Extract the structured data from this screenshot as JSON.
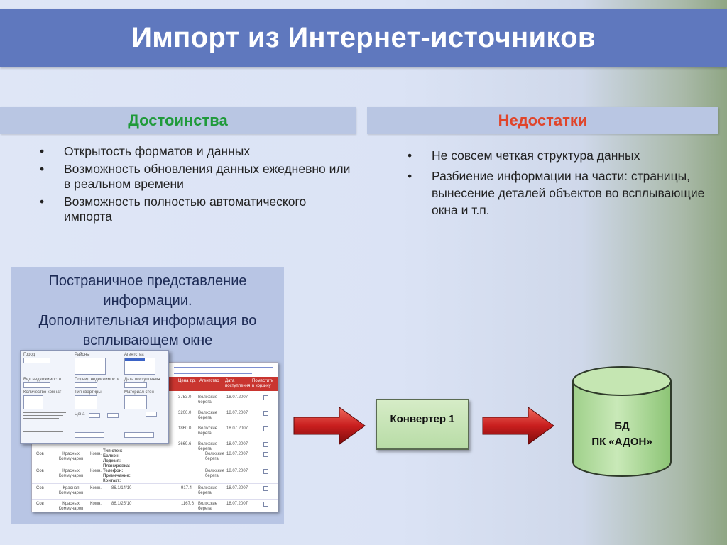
{
  "title": "Импорт из Интернет-источников",
  "pros": {
    "heading": "Достоинства",
    "items": [
      "Открытость форматов и данных",
      "Возможность обновления данных ежедневно или в реальном времени",
      "Возможность полностью автоматического импорта"
    ]
  },
  "cons": {
    "heading": "Недостатки",
    "items": [
      "Не совсем четкая структура данных",
      "Разбиение информации на части: страницы, вынесение деталей объектов во всплывающие окна и т.п."
    ]
  },
  "panel": {
    "caption_line1": "Постраничное представление",
    "caption_line2": "информации.",
    "caption_line3": "Дополнительная информация во",
    "caption_line4": "всплывающем окне"
  },
  "screenshot": {
    "headers": [
      "Цена т.р.",
      "Агентство",
      "Дата поступления",
      "Поместить в корзину"
    ],
    "rows": [
      {
        "price": "3753.0",
        "agency": "Волжские берега",
        "date": "18.07.2007"
      },
      {
        "price": "3200.0",
        "agency": "Волжские берега",
        "date": "18.07.2007"
      },
      {
        "price": "1860.0",
        "agency": "Волжские берега",
        "date": "18.07.2007"
      },
      {
        "price": "3669.6",
        "agency": "Волжские берега",
        "date": "18.07.2007"
      }
    ],
    "bottom_rows": [
      {
        "city": "Сов",
        "street": "Красных Коммунаров",
        "type": "Комн.",
        "detail": "",
        "price": "",
        "agency": "Волжские берега",
        "date": "18.07.2007"
      },
      {
        "city": "Сов",
        "street": "Красных Коммунаров",
        "type": "Комн.",
        "detail": "",
        "price": "",
        "agency": "Волжские берега",
        "date": "18.07.2007"
      },
      {
        "city": "Сов",
        "street": "Красная Коммунаров",
        "type": "Комн.",
        "detail": "86.1/14/10",
        "price": "917.4",
        "agency": "Волжские берега",
        "date": "18.07.2007"
      },
      {
        "city": "Сов",
        "street": "Красных Коммунаров",
        "type": "Комн.",
        "detail": "86.1/25/10",
        "price": "1167.6",
        "agency": "Волжские берега",
        "date": "18.07.2007"
      }
    ],
    "popup_labels": [
      "Город",
      "Районы",
      "Агентства",
      "Вид недвижимости",
      "Подвид недвижимости",
      "Дата поступления",
      "Количество комнат",
      "Тип квартиры",
      "Материал стен",
      "Цена",
      "Тип стен:",
      "Балкон:",
      "Лоджия:",
      "Планировка:",
      "Телефон:",
      "Примечание:",
      "Контакт:"
    ]
  },
  "converter": {
    "label": "Конвертер 1"
  },
  "database": {
    "line1": "БД",
    "line2": "ПК «АДОН»"
  },
  "colors": {
    "title_bar": "#5f78be",
    "pros_heading": "#1f9a3a",
    "cons_heading": "#e0452b",
    "arrow": "#cc1f1f",
    "converter": "#c3e3b1",
    "database": "#b9e0a3"
  }
}
